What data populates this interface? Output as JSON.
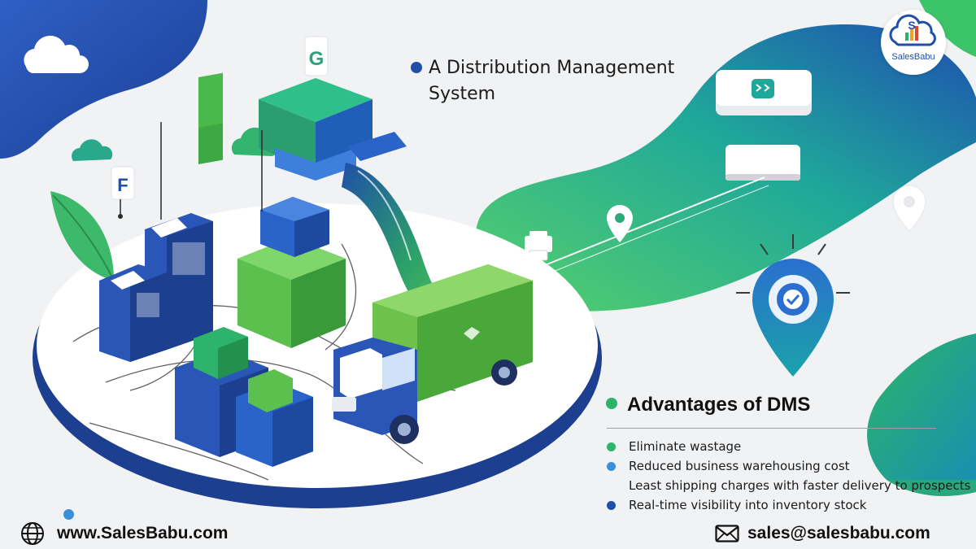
{
  "heading": "A Distribution Management System",
  "logo": {
    "name": "SalesBabu",
    "letter": "S"
  },
  "advantages": {
    "title": "Advantages of DMS",
    "items": [
      {
        "text": "Eliminate wastage",
        "dot": "#2db36b"
      },
      {
        "text": "Reduced business warehousing cost",
        "dot": "#3b8fd8"
      },
      {
        "text": "Least shipping charges with faster delivery to prospects",
        "dot": ""
      },
      {
        "text": "Real-time visibility into inventory stock",
        "dot": "#1f4fa8"
      }
    ]
  },
  "footer": {
    "website": "www.SalesBabu.com",
    "email": "sales@salesbabu.com"
  },
  "signs": {
    "g": "G",
    "f": "F"
  },
  "icons": [
    "globe-icon",
    "mail-icon",
    "cloud-icon",
    "map-pin-icon",
    "gear-check-icon",
    "leaf-icon"
  ],
  "colors": {
    "brand_blue": "#1f4fa8",
    "brand_green": "#2db36b",
    "light_blue": "#3b8fd8"
  }
}
